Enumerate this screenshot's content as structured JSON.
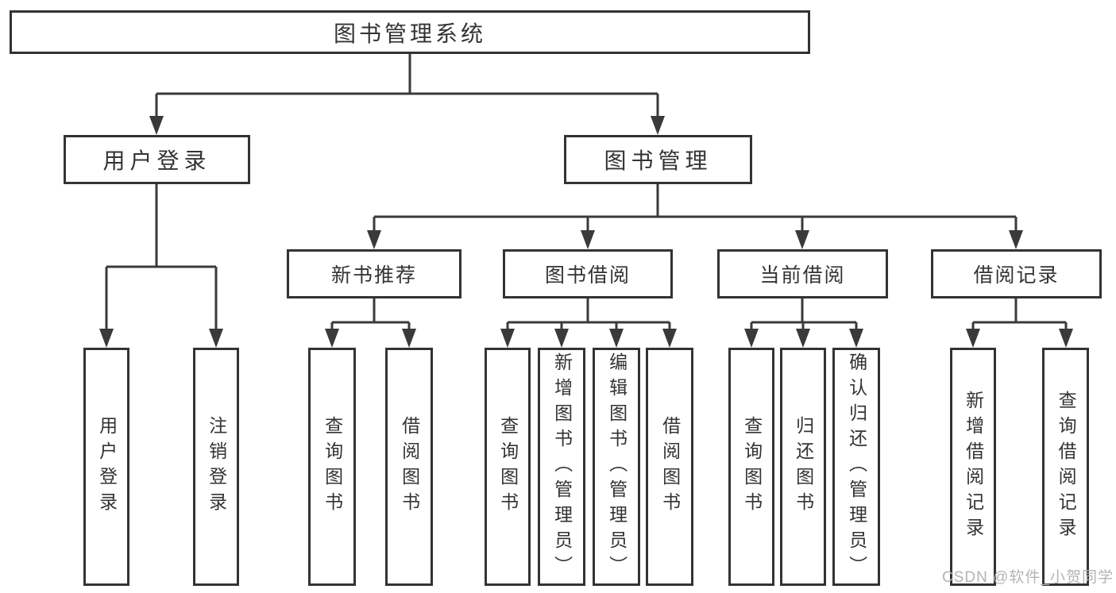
{
  "colors": {
    "line": "#333333",
    "watermark": "#b3b3b3"
  },
  "tree": {
    "root": "图书管理系统",
    "children": [
      {
        "label": "用户登录",
        "children": [
          "用户登录",
          "注销登录"
        ]
      },
      {
        "label": "图书管理",
        "children": [
          {
            "label": "新书推荐",
            "children": [
              "查询图书",
              "借阅图书"
            ]
          },
          {
            "label": "图书借阅",
            "children": [
              "查询图书",
              "新增图书（管理员）",
              "编辑图书（管理员）",
              "借阅图书"
            ]
          },
          {
            "label": "当前借阅",
            "children": [
              "查询图书",
              "归还图书",
              "确认归还（管理员）"
            ]
          },
          {
            "label": "借阅记录",
            "children": [
              "新增借阅记录",
              "查询借阅记录"
            ]
          }
        ]
      }
    ]
  },
  "watermark": {
    "text": "CSDN @软件_小贺同学"
  }
}
